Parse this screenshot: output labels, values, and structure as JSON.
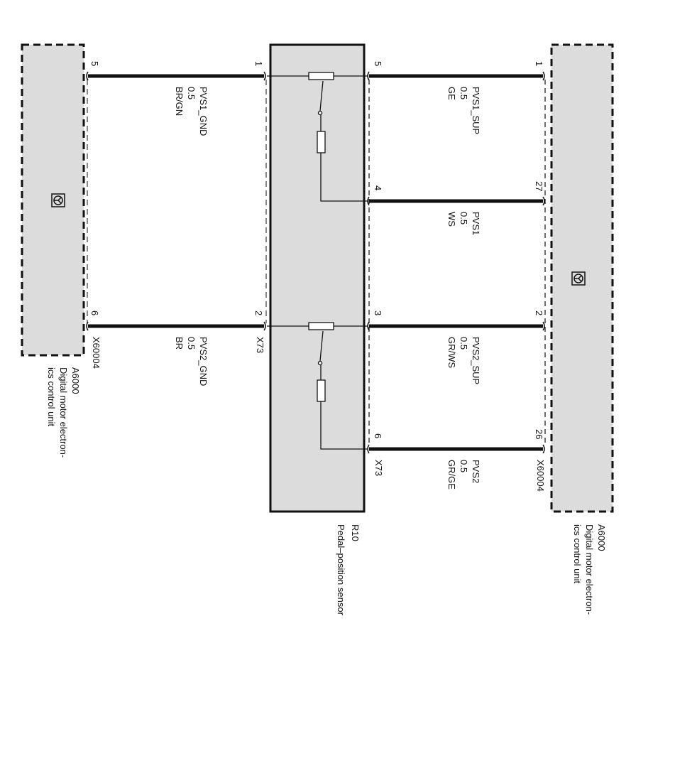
{
  "ecu_left": {
    "id": "A6000",
    "desc_line1": "Digital motor electron-",
    "desc_line2": "ics control unit",
    "connector": "X60004"
  },
  "ecu_right": {
    "id": "A6000",
    "desc_line1": "Digital motor electron-",
    "desc_line2": "ics control unit",
    "connector": "X60004"
  },
  "sensor": {
    "id": "R10",
    "desc": "Pedal–position sensor",
    "connector_left": "X73",
    "connector_right": "X73"
  },
  "wires_left": [
    {
      "name": "PVS1_GND",
      "size": "0.5",
      "color": "BR/GN",
      "pin_ecu": "5",
      "pin_sensor": "1"
    },
    {
      "name": "PVS2_GND",
      "size": "0.5",
      "color": "BR",
      "pin_ecu": "6",
      "pin_sensor": "2"
    }
  ],
  "wires_right": [
    {
      "name": "PVS1_SUP",
      "size": "0.5",
      "color": "GE",
      "pin_sensor": "5",
      "pin_ecu": "1"
    },
    {
      "name": "PVS1",
      "size": "0.5",
      "color": "WS",
      "pin_sensor": "4",
      "pin_ecu": "27"
    },
    {
      "name": "PVS2_SUP",
      "size": "0.5",
      "color": "GR/WS",
      "pin_sensor": "3",
      "pin_ecu": "2"
    },
    {
      "name": "PVS2",
      "size": "0.5",
      "color": "GR/GE",
      "pin_sensor": "6",
      "pin_ecu": "26"
    }
  ]
}
